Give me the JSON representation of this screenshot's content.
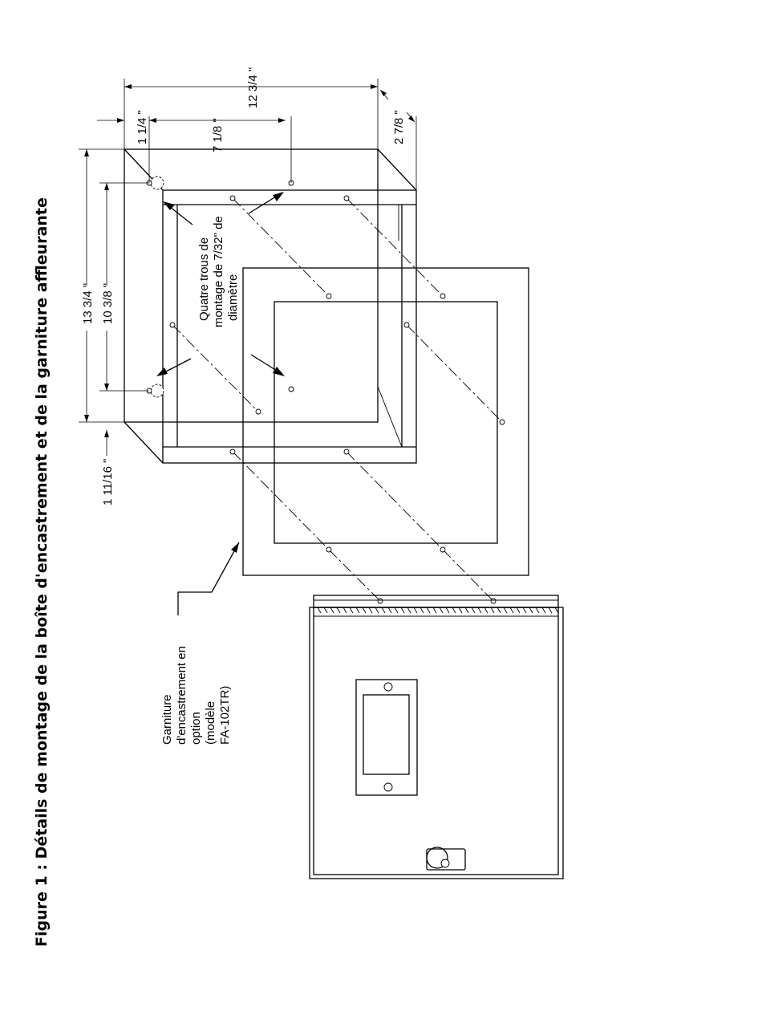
{
  "figure": {
    "title": "Figure 1 : Détails de montage de la boîte d'encastrement et de la garniture affleurante"
  },
  "labels": {
    "mounting_holes": [
      "Quatre trous de",
      "montage de 7/32\" de",
      "diamètre"
    ],
    "trim_ring": [
      "Garniture",
      "d'encastrement en",
      "option",
      "(modèle",
      "FA-102TR)"
    ]
  },
  "dimensions": {
    "overall_width": "12 3/4 \"",
    "hole_spacing_width": "7 1/8 \"",
    "edge_to_hole": "1 1/4 \"",
    "depth": "2 7/8 \"",
    "overall_height": "13 3/4 \"",
    "hole_spacing_height": "10 3/8 \"",
    "bottom_offset": "1 11/16 \""
  }
}
